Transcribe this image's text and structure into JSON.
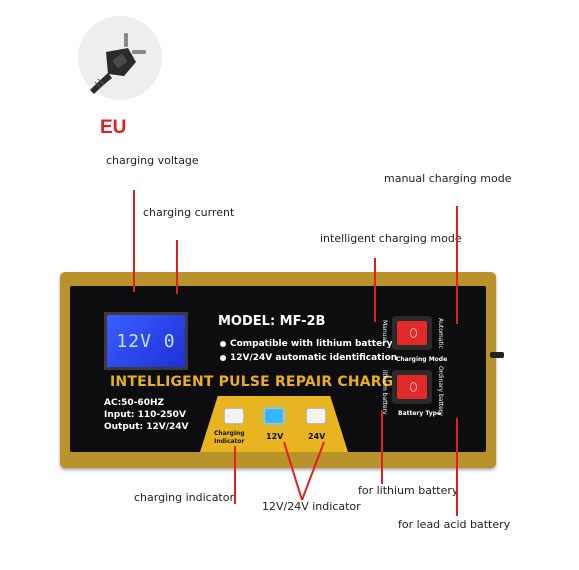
{
  "plug": {
    "label": "EU",
    "icon": "eu-plug-icon"
  },
  "charger": {
    "model": "MODEL: MF-2B",
    "features": [
      "Compatible with lithium battery",
      "12V/24V automatic identification"
    ],
    "brand": "INTELLIGENT PULSE REPAIR CHARGER",
    "specs": [
      "AC:50-60HZ",
      "Input: 110-250V",
      "Output: 12V/24V"
    ],
    "lcd_reading": "12V 0",
    "indicator_labels": {
      "charging": "Charging\nIndicator",
      "v12": "12V",
      "v24": "24V"
    },
    "switches": {
      "mode_caption": "Charging Mode",
      "type_caption": "Battery Type",
      "manual": "Manual",
      "automatic": "Automatic",
      "lithium": "lithium battery",
      "ordinary": "Ordinary battery"
    },
    "colors": {
      "body": "#b8922a",
      "panel": "#0d0d0f",
      "accent": "#e8b520",
      "lcd": "#2f4cff",
      "switch": "#e02a2a"
    }
  },
  "callouts": {
    "charging_voltage": "charging voltage",
    "charging_current": "charging current",
    "intelligent_mode": "intelligent charging mode",
    "manual_mode": "manual charging mode",
    "charging_indicator": "charging indicator",
    "volt_indicator": "12V/24V indicator",
    "lithium": "for lithium battery",
    "lead_acid": "for lead acid battery"
  }
}
